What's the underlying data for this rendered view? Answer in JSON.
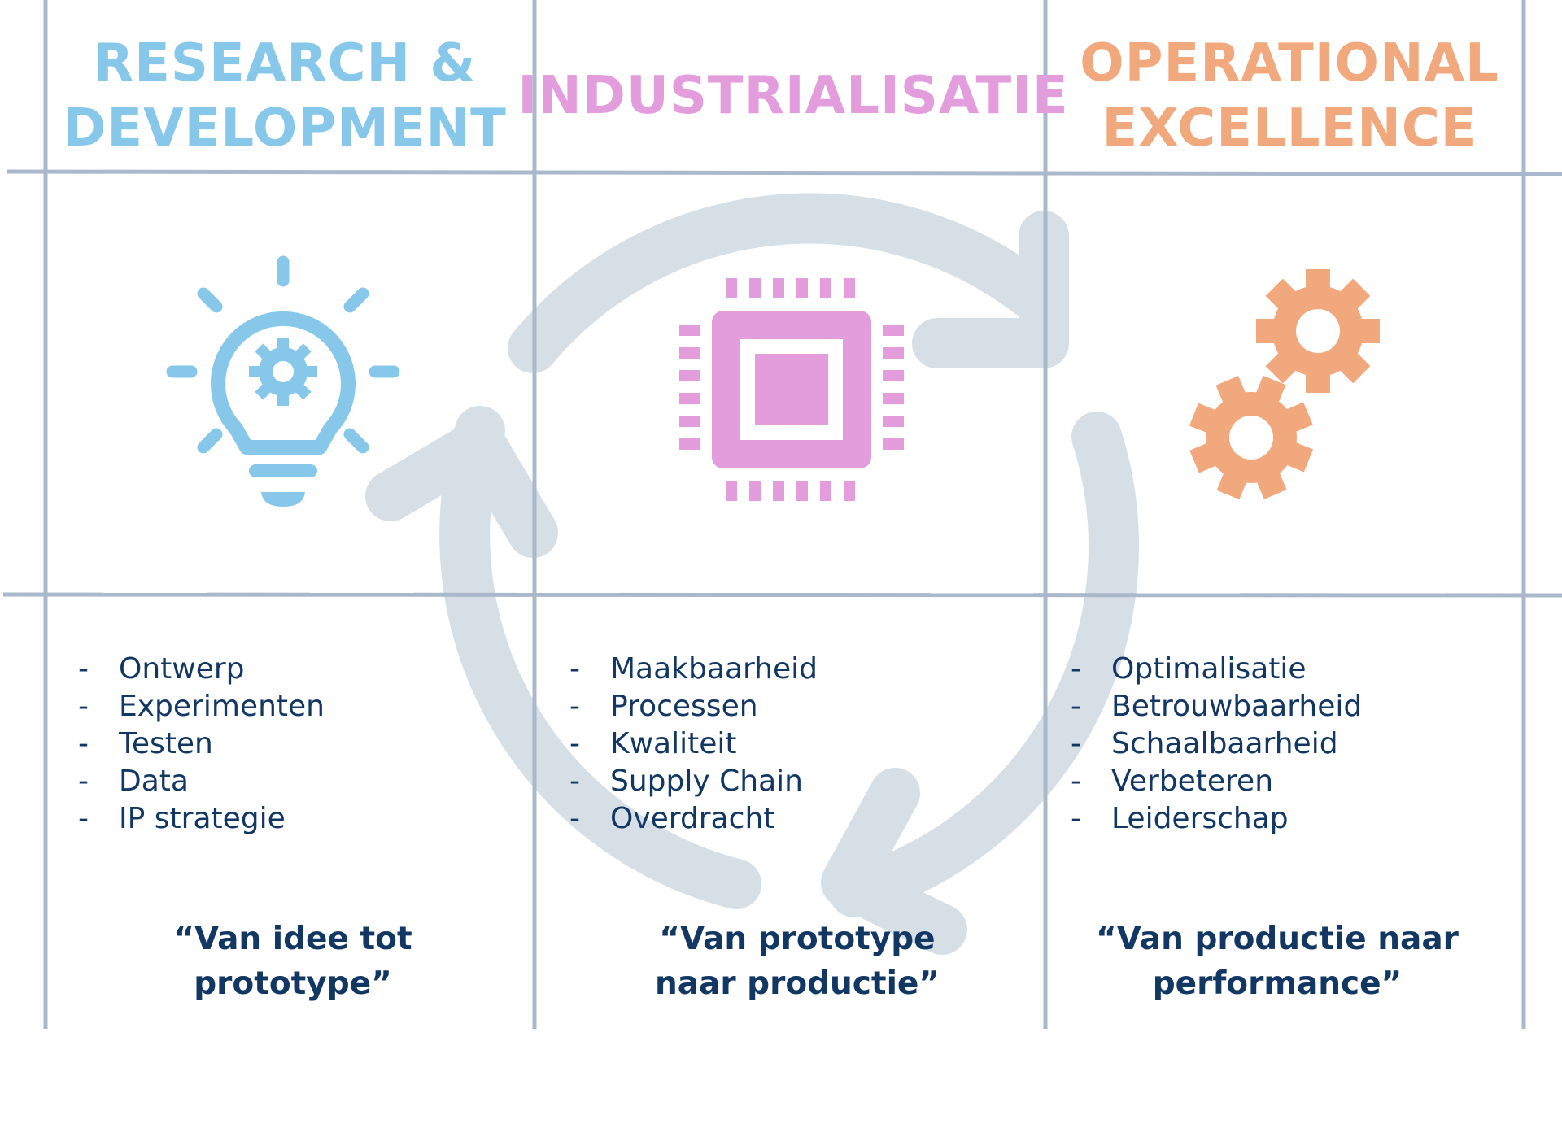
{
  "colors": {
    "rd": "#87c8ea",
    "industrialisatie": "#e39cdc",
    "operational": "#f2a87d",
    "text": "#133763",
    "grid": "#a9b8cb",
    "cycle_arrows": "#d6dee6"
  },
  "columns": [
    {
      "title_lines": [
        "RESEARCH &",
        "DEVELOPMENT"
      ],
      "icon": "lightbulb-gear-icon",
      "items": [
        "Ontwerp",
        "Experimenten",
        "Testen",
        "Data",
        "IP strategie"
      ],
      "quote_lines": [
        "“Van idee tot",
        "prototype”"
      ]
    },
    {
      "title_lines": [
        "INDUSTRIALISATIE"
      ],
      "icon": "microchip-icon",
      "items": [
        "Maakbaarheid",
        "Processen",
        "Kwaliteit",
        "Supply Chain",
        "Overdracht"
      ],
      "quote_lines": [
        "“Van prototype",
        "naar productie”"
      ]
    },
    {
      "title_lines": [
        "OPERATIONAL",
        "EXCELLENCE"
      ],
      "icon": "gears-icon",
      "items": [
        "Optimalisatie",
        "Betrouwbaarheid",
        "Schaalbaarheid",
        "Verbeteren",
        "Leiderschap"
      ],
      "quote_lines": [
        "“Van productie naar",
        "performance”"
      ]
    }
  ],
  "list_bullet": "-",
  "background_graphic": "cycle-arrows-icon"
}
